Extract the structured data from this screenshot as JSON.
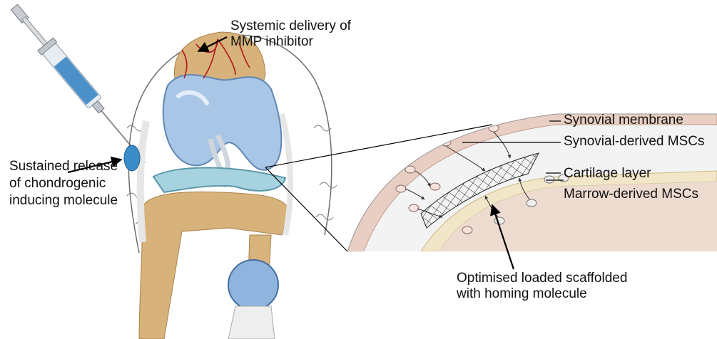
{
  "labels": {
    "systemic_delivery": [
      "Systemic delivery of",
      "MMP inhibitor"
    ],
    "sustained_release": [
      "Sustained release",
      "of chondrogenic",
      "inducing molecule"
    ],
    "synovial_membrane": "Synovial membrane",
    "synovial_msc": "Synovial-derived MSCs",
    "cartilage_layer": "Cartilage layer",
    "marrow_msc": "Marrow-derived MSCs",
    "scaffold": [
      "Optimised loaded scaffolded",
      "with homing molecule"
    ]
  },
  "icons": [
    "syringe-icon",
    "knee-joint-illustration",
    "scaffold-mesh-icon",
    "cell-icon"
  ],
  "colors": {
    "cartilage_blue": "#a9c6e6",
    "bone_tan": "#d7b27a",
    "synovium_pink": "#e9cfc3",
    "cartilage_band": "#f1e7c8",
    "vessel_red": "#b01818"
  }
}
